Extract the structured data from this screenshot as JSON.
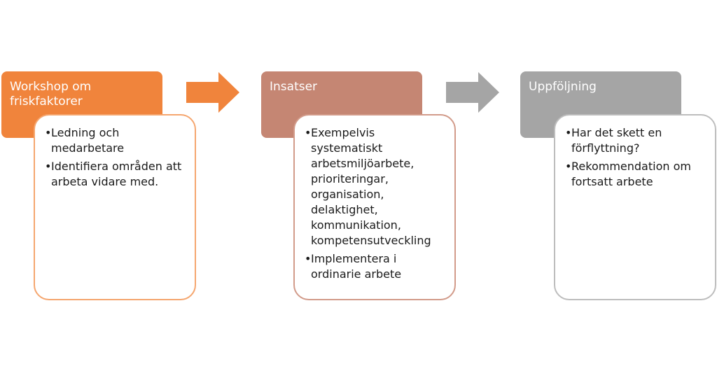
{
  "colors": {
    "orange": "#f0843c",
    "terracotta": "#c58673",
    "gray": "#a5a5a5"
  },
  "stages": [
    {
      "title": "Workshop om friskfaktorer",
      "header_color": "#f0843c",
      "border_color": "#f5a66f",
      "bullets": [
        "Ledning och medarbetare",
        "Identifiera områden att arbeta vidare med."
      ]
    },
    {
      "title": "Insatser",
      "header_color": "#c58673",
      "border_color": "#d29b8a",
      "bullets": [
        "Exempelvis systematiskt arbetsmiljöarbete, prioriteringar, organisation, delaktighet, kommunikation, kompetensutveckling",
        "Implementera i ordinarie arbete"
      ]
    },
    {
      "title": "Uppföljning",
      "header_color": "#a5a5a5",
      "border_color": "#bdbdbd",
      "bullets": [
        "Har det skett en förflyttning?",
        "Rekommendation om fortsatt arbete"
      ]
    }
  ],
  "arrows": [
    {
      "color": "#f0843c",
      "direction": "right"
    },
    {
      "color": "#a5a5a5",
      "direction": "right"
    }
  ]
}
